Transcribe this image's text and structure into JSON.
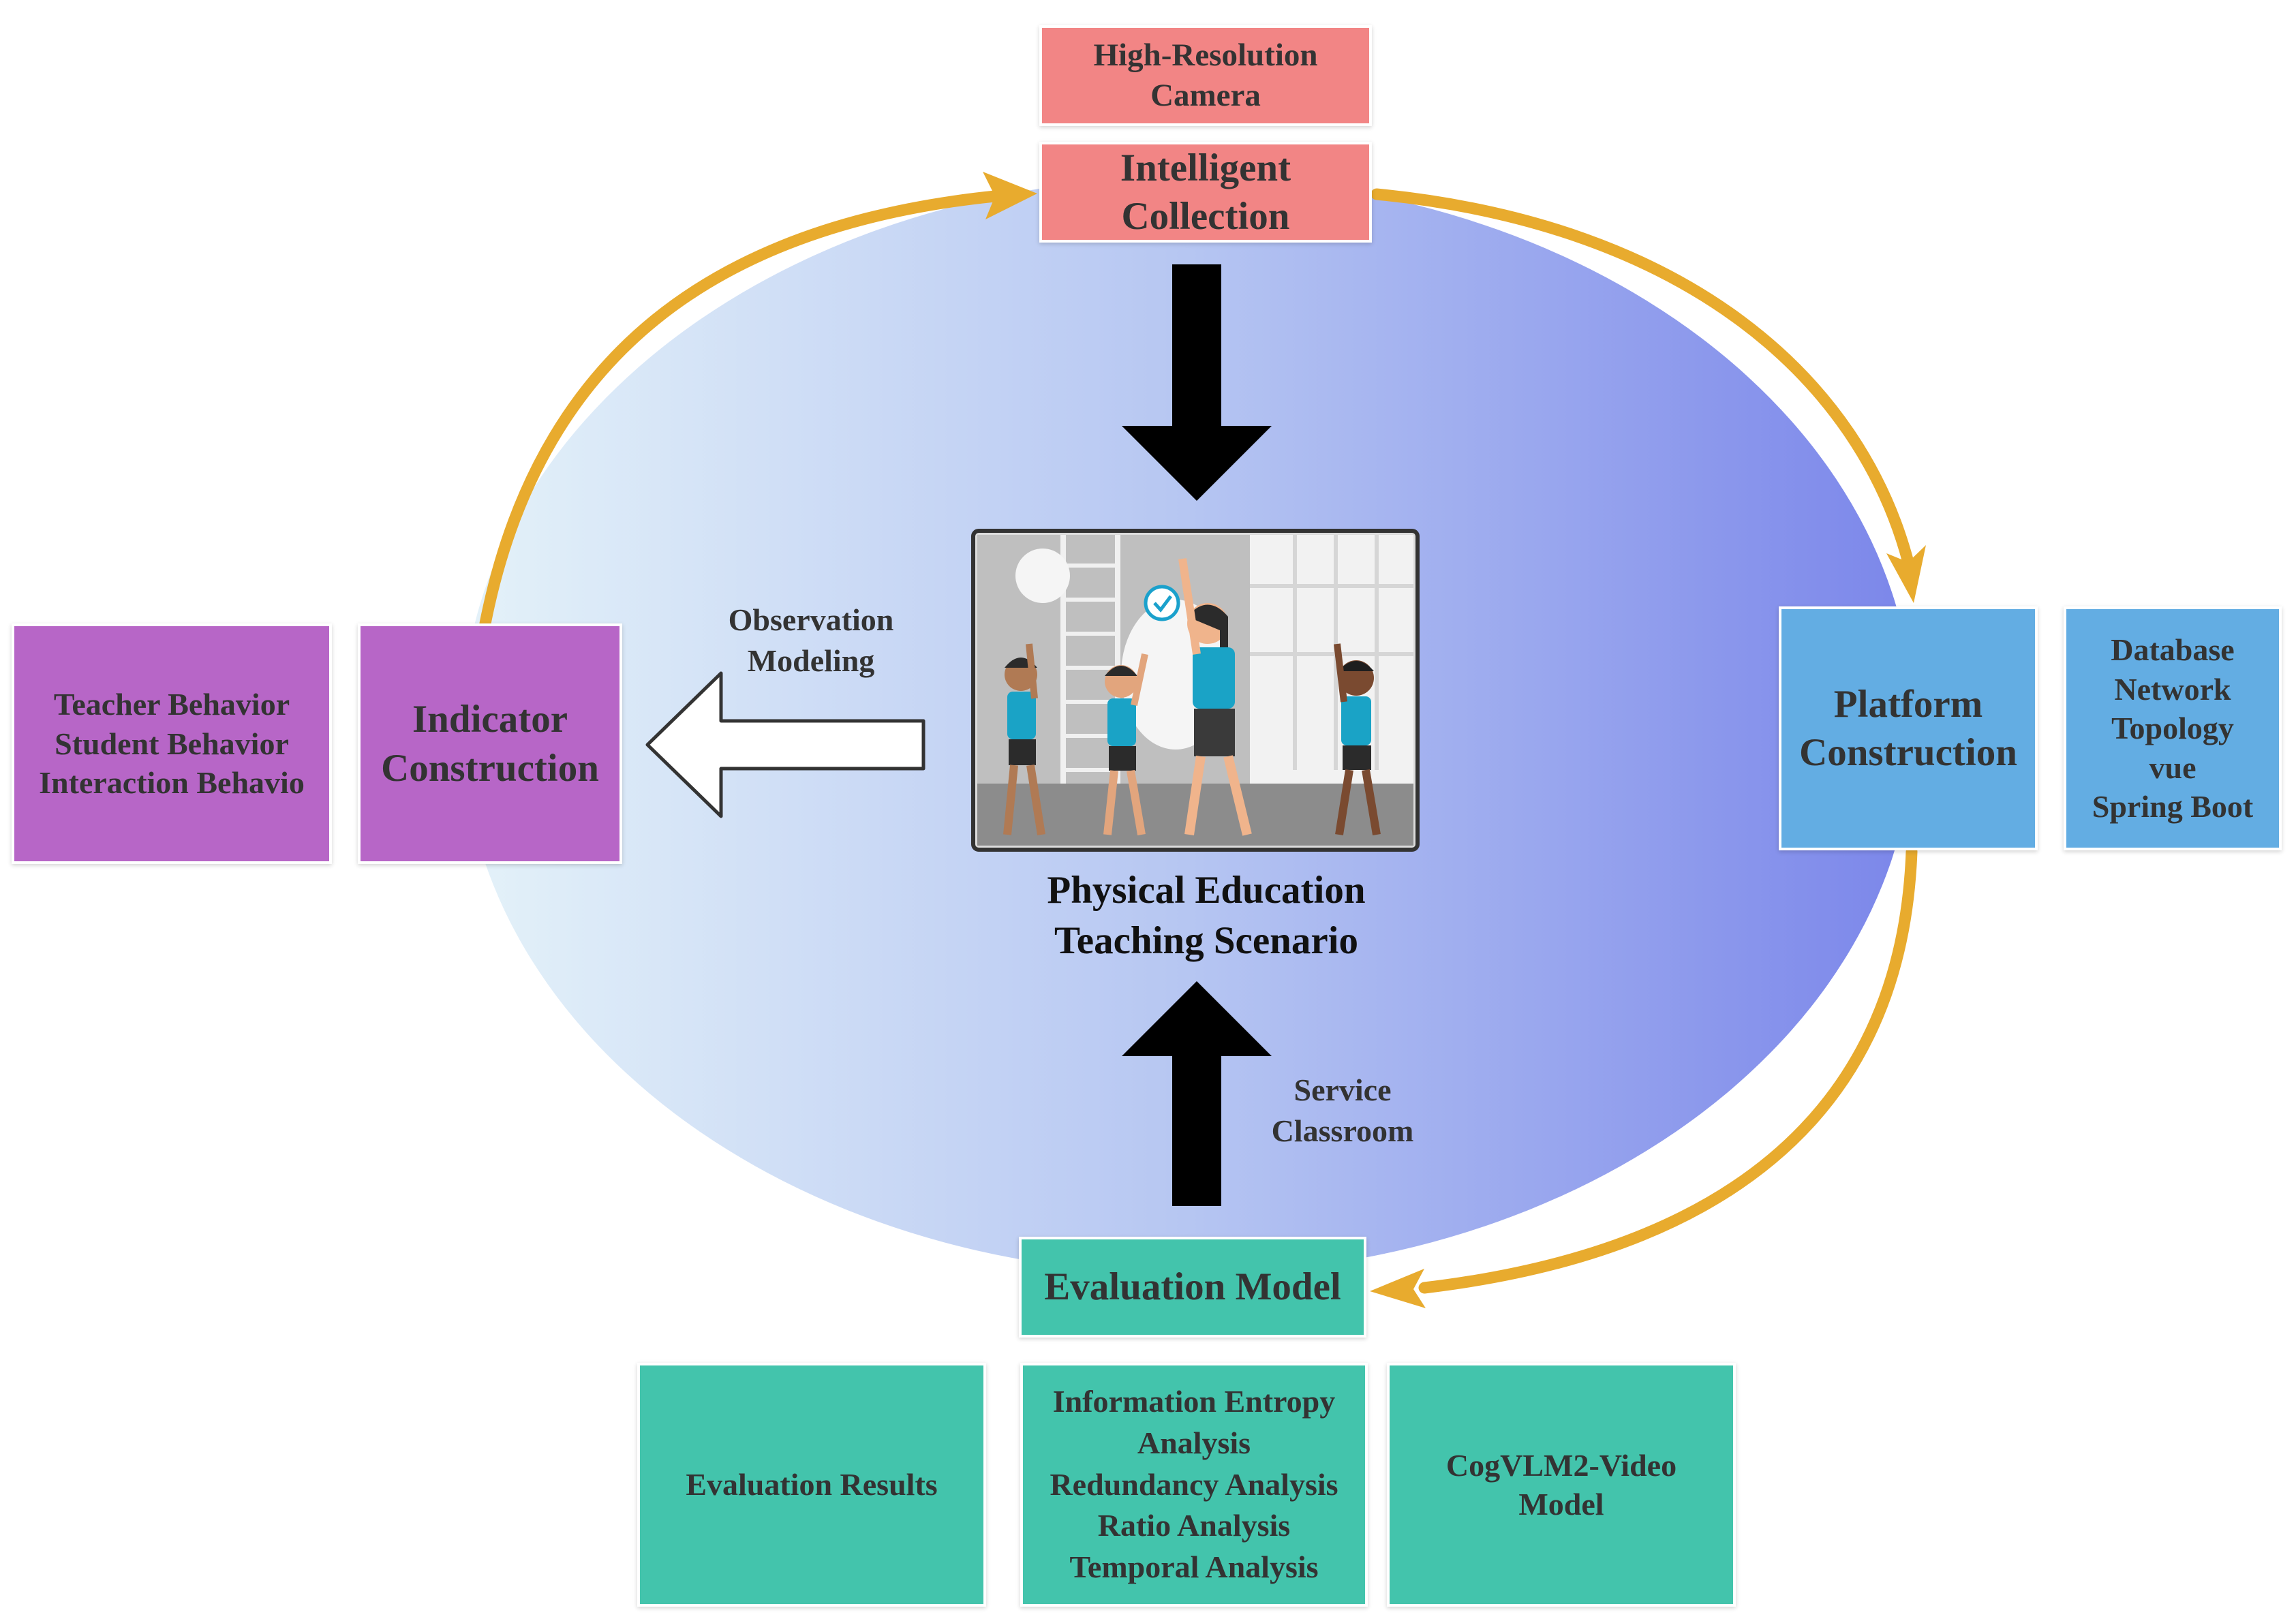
{
  "colors": {
    "ring": "#e8ab2e",
    "ellipse_left": "#e4f2f9",
    "ellipse_right": "#7b86ea",
    "collection": "#f28585",
    "indicator": "#b766c7",
    "platform": "#63ade3",
    "evaluation": "#43c4ac"
  },
  "top": {
    "camera_lines": [
      "High-Resolution",
      "Camera"
    ],
    "collection_lines": [
      "Intelligent",
      "Collection"
    ]
  },
  "left": {
    "behaviors_lines": [
      "Teacher Behavior",
      "Student Behavior",
      "Interaction Behavio"
    ],
    "indicator_lines": [
      "Indicator",
      "Construction"
    ]
  },
  "right": {
    "platform_lines": [
      "Platform",
      "Construction"
    ],
    "tech_lines": [
      "Database",
      "Network",
      "Topology",
      "vue",
      "Spring Boot"
    ]
  },
  "center": {
    "observation_lines": [
      "Observation",
      "Modeling"
    ],
    "scene_lines": [
      "Physical Education",
      "Teaching Scenario"
    ],
    "service_lines": [
      "Service",
      "Classroom"
    ],
    "scene_icon": "pe-class-illustration-icon"
  },
  "bottom": {
    "evaluation_model": "Evaluation Model",
    "results": "Evaluation Results",
    "analysis_lines": [
      "Information Entropy",
      "Analysis",
      "Redundancy Analysis",
      "Ratio Analysis",
      "Temporal Analysis"
    ],
    "cogvlm_lines": [
      "CogVLM2-Video",
      "Model"
    ]
  }
}
